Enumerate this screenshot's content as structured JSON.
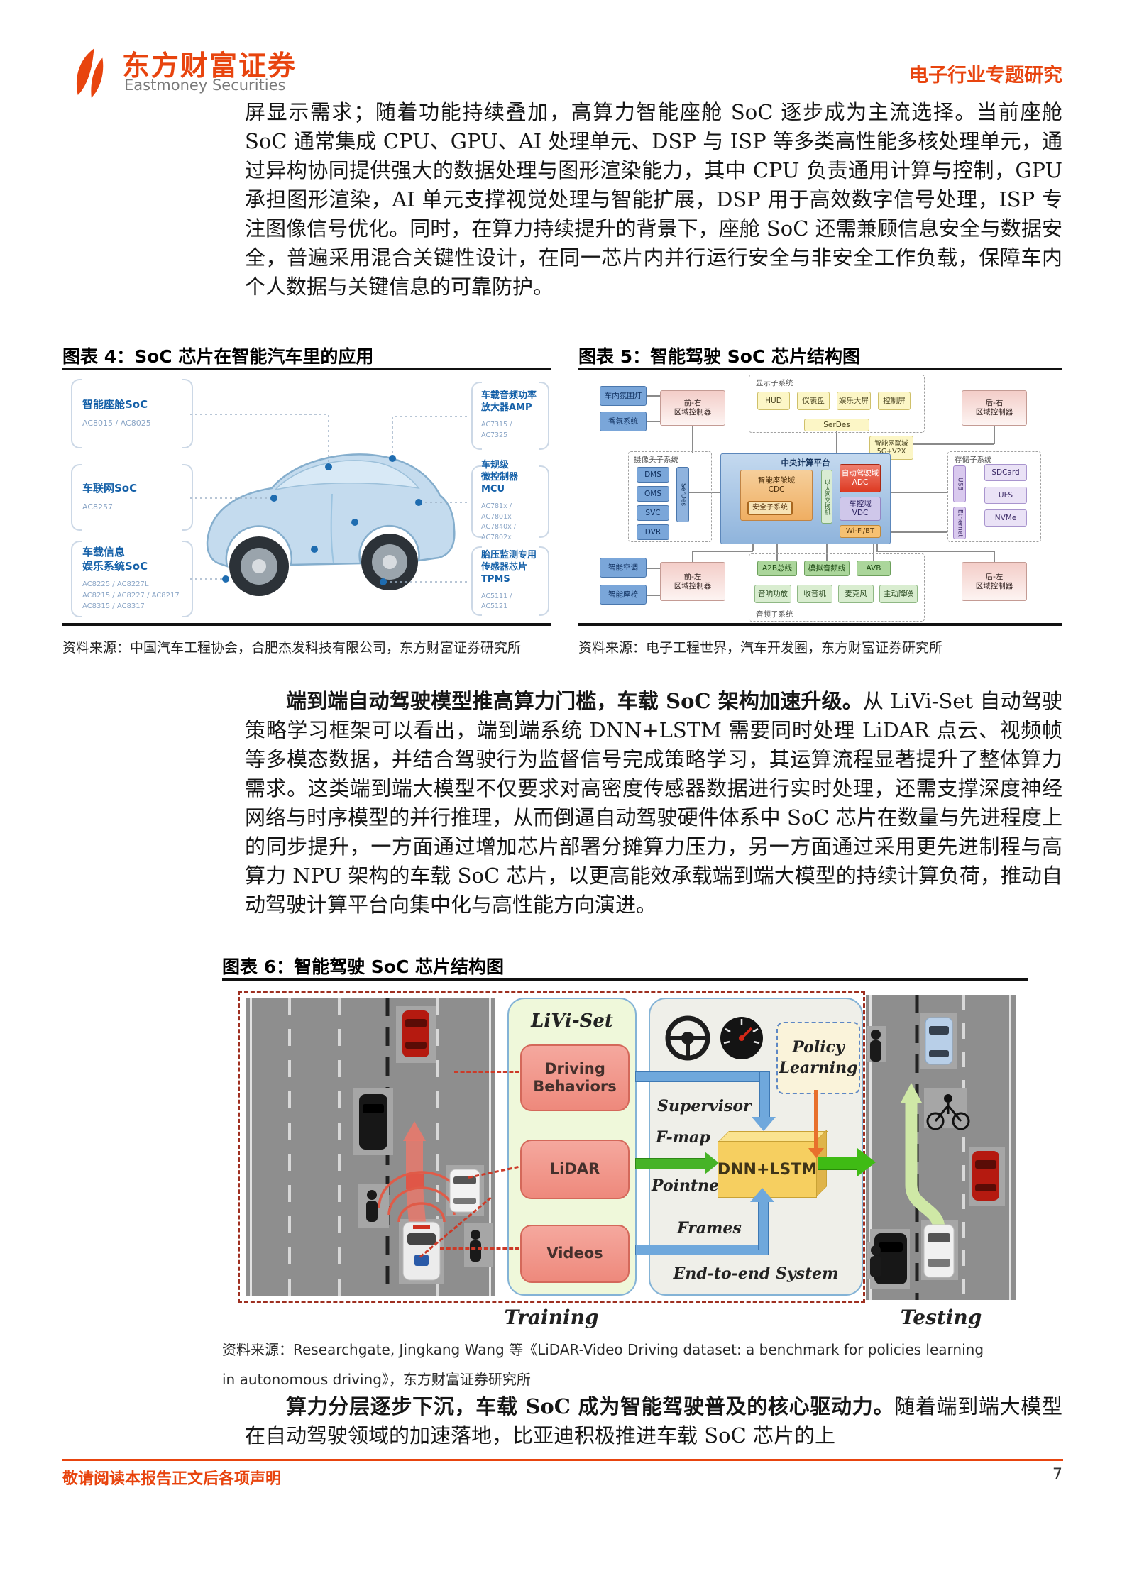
{
  "header": {
    "logo_cn": "东方财富证券",
    "logo_en": "Eastmoney Securities",
    "tag": "电子行业专题研究"
  },
  "para1": {
    "text": "屏显示需求；随着功能持续叠加，高算力智能座舱 SoC 逐步成为主流选择。当前座舱 SoC 通常集成 CPU、GPU、AI 处理单元、DSP 与 ISP 等多类高性能多核处理单元，通过异构协同提供强大的数据处理与图形渲染能力，其中 CPU 负责通用计算与控制，GPU 承担图形渲染，AI 单元支撑视觉处理与智能扩展，DSP 用于高效数字信号处理，ISP 专注图像信号优化。同时，在算力持续提升的背景下，座舱 SoC 还需兼顾信息安全与数据安全，普遍采用混合关键性设计，在同一芯片内并行运行安全与非安全工作负载，保障车内个人数据与关键信息的可靠防护。"
  },
  "fig4": {
    "title": "图表 4：SoC 芯片在智能汽车里的应用",
    "l1": {
      "name": "智能座舱SoC",
      "models": "AC8015 / AC8025"
    },
    "l2": {
      "name": "车联网SoC",
      "models": "AC8257"
    },
    "l3": {
      "name": "车载信息\n娱乐系统SoC",
      "models": "AC8225 / AC8227L\nAC8215 / AC8227 / AC8217\nAC8315 / AC8317"
    },
    "r1": {
      "name": "车载音频功率\n放大器AMP",
      "models": "AC7315 / AC7325"
    },
    "r2": {
      "name": "车规级\n微控制器MCU",
      "models": "AC781x / AC7801x\nAC7840x / AC7802x"
    },
    "r3": {
      "name": "胎压监测专用\n传感器芯片TPMS",
      "models": "AC5111 / AC5121"
    },
    "source": "资料来源：中国汽车工程协会，合肥杰发科技有限公司，东方财富证券研究所"
  },
  "fig5": {
    "title": "图表 5：智能驾驶 SoC 芯片结构图",
    "labels": {
      "display": "显示子系统",
      "camera": "摄像头子系统",
      "storage": "存储子系统",
      "audio": "音频子系统",
      "central": "中央计算平台"
    },
    "b": {
      "ambient": "车内氛围灯",
      "fragrance": "香氛系统",
      "front_right": "前-右\n区域控制器",
      "hud": "HUD",
      "cluster": "仪表盘",
      "screen": "娱乐大屏",
      "ctrl": "控制屏",
      "serdes_top": "SerDes",
      "rear_right": "后-右\n区域控制器",
      "net": "智能网联域\n5G+V2X",
      "dms": "DMS",
      "oms": "OMS",
      "svc": "SVC",
      "dvr": "DVR",
      "serdes_left": "SerDes",
      "cdc": "智能座舱域\nCDC",
      "safety": "安全子系统",
      "eth_switch": "以太网交换机",
      "adc": "自动驾驶域\nADC",
      "vdc": "车控域\nVDC",
      "wifi": "Wi-Fi/BT",
      "usb": "USB",
      "sdcard": "SDCard",
      "ufs": "UFS",
      "nvme": "NVMe",
      "ethernet": "Ethernet",
      "ac": "智能空调",
      "seat": "智能座椅",
      "front_left": "前-左\n区域控制器",
      "a2b": "A2B总线",
      "analog": "模拟音频线",
      "avb": "AVB",
      "amp": "音响功放",
      "radio": "收音机",
      "mic": "麦克风",
      "anc": "主动降噪",
      "rear_left": "后-左\n区域控制器"
    },
    "source": "资料来源：电子工程世界，汽车开发圈，东方财富证券研究所"
  },
  "para2": {
    "lead": "端到端自动驾驶模型推高算力门槛，车载 SoC 架构加速升级。",
    "text": "从 LiVi-Set 自动驾驶策略学习框架可以看出，端到端系统 DNN+LSTM 需要同时处理 LiDAR 点云、视频帧等多模态数据，并结合驾驶行为监督信号完成策略学习，其运算流程显著提升了整体算力需求。这类端到端大模型不仅要求对高密度传感器数据进行实时处理，还需支撑深度神经网络与时序模型的并行推理，从而倒逼自动驾驶硬件体系中 SoC 芯片在数量与先进程度上的同步提升，一方面通过增加芯片部署分摊算力压力，另一方面通过采用更先进制程与高算力 NPU 架构的车载 SoC 芯片，以更高能效承载端到端大模型的持续计算负荷，推动自动驾驶计算平台向集中化与高性能方向演进。"
  },
  "fig6": {
    "title": "图表 6：智能驾驶 SoC 芯片结构图",
    "livi": "LiVi-Set",
    "driving": "Driving\nBehaviors",
    "lidar": "LiDAR",
    "videos": "Videos",
    "supervisor": "Supervisor",
    "fmap": "F-map",
    "pointnet": "Pointnet",
    "frames": "Frames",
    "dnn": "DNN+LSTM",
    "policy": "Policy\nLearning",
    "endtoend": "End-to-end System",
    "training": "Training",
    "testing": "Testing",
    "source_line1": "资料来源：Researchgate, Jingkang Wang 等《LiDAR-Video Driving dataset: a benchmark for policies learning",
    "source_line2": "in autonomous driving》，东方财富证券研究所"
  },
  "para3": {
    "lead": "算力分层逐步下沉，车载 SoC 成为智能驾驶普及的核心驱动力。",
    "text": "随着端到端大模型在自动驾驶领域的加速落地，比亚迪积极推进车载 SoC 芯片的上"
  },
  "footer": {
    "disclaimer": "敬请阅读本报告正文后各项声明",
    "page": "7"
  }
}
